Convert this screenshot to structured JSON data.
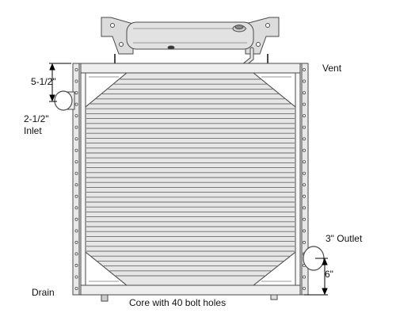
{
  "labels": {
    "vent": "Vent",
    "inlet_dimension": "5-1/2\"",
    "inlet_size": "2-1/2\"",
    "inlet": "Inlet",
    "outlet": "3\" Outlet",
    "outlet_dimension": "6\"",
    "drain": "Drain",
    "caption": "Core with 40 bolt holes"
  },
  "colors": {
    "line": "#4a4a4a",
    "frame_fill": "#f4f4f4",
    "tank_fill": "#dcdcdc",
    "core_fill": "#e6e6e6"
  }
}
